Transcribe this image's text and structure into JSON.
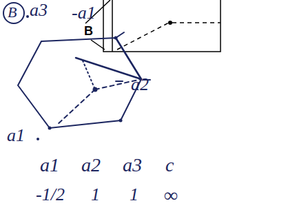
{
  "diagram": {
    "labels": [
      "B",
      "a3",
      "-a1",
      "a2",
      "a1",
      "B",
      "a1",
      "a2",
      "a3",
      "c",
      "-1/2",
      "1",
      "1",
      "∞"
    ]
  }
}
